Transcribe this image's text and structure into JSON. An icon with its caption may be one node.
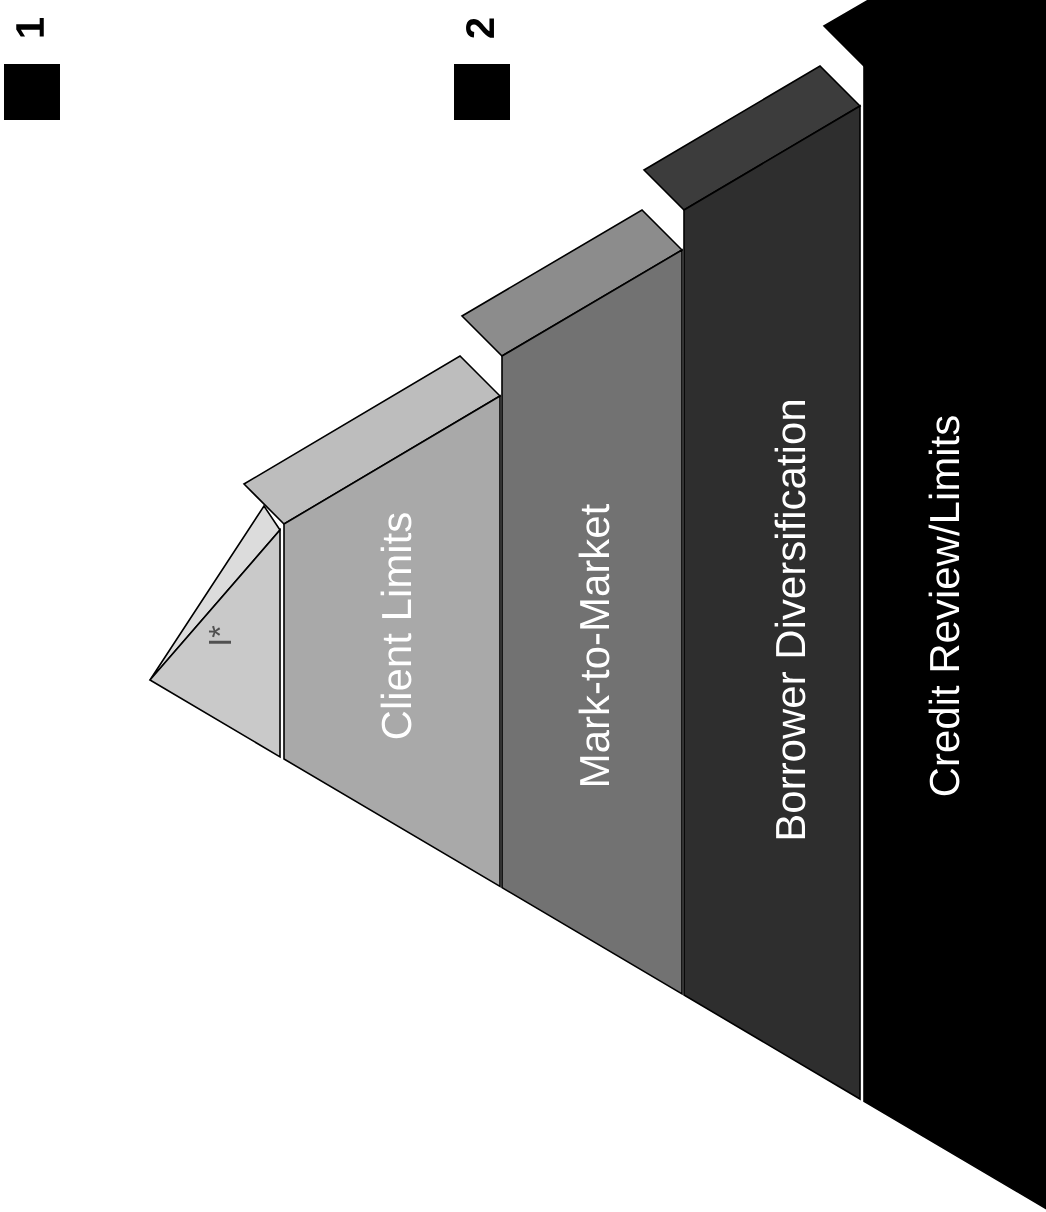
{
  "diagram": {
    "nodes": [
      {
        "text": [
          "I*"
        ]
      },
      {
        "text": [
          "Client Limits"
        ]
      },
      {
        "text": [
          "Mark-to-Market"
        ]
      },
      {
        "text": [
          "Borrower Diversification"
        ]
      },
      {
        "text": [
          "Credit Review/Limits"
        ]
      }
    ],
    "labels": [
      "1",
      "2"
    ]
  }
}
